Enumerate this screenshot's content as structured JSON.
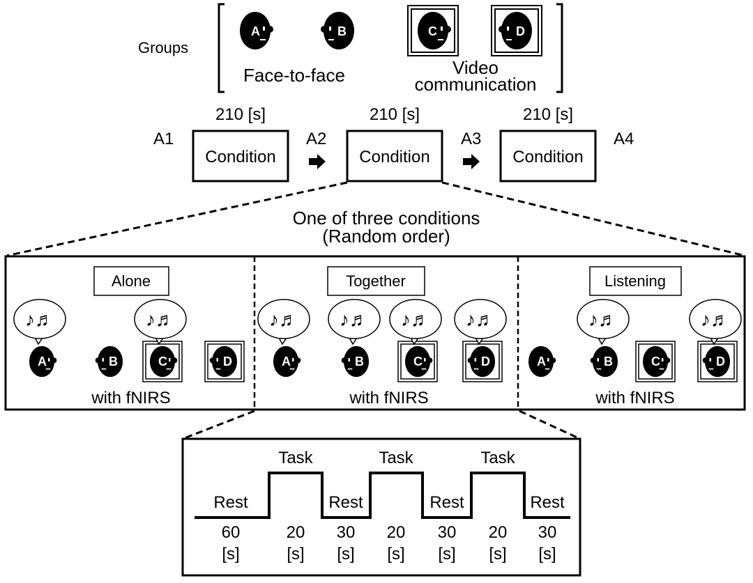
{
  "groups": {
    "label": "Groups",
    "face_to_face": {
      "label": "Face-to-face",
      "members": [
        "A",
        "B"
      ]
    },
    "video": {
      "label_line1": "Video",
      "label_line2": "communication",
      "members": [
        "C",
        "D"
      ]
    }
  },
  "sequence": {
    "points": [
      "A1",
      "A2",
      "A3",
      "A4"
    ],
    "blocks": [
      {
        "duration": "210 [s]",
        "label": "Condition"
      },
      {
        "duration": "210 [s]",
        "label": "Condition"
      },
      {
        "duration": "210 [s]",
        "label": "Condition"
      }
    ],
    "arrow_glyph": "➔"
  },
  "conditions_note": {
    "line1": "One of three conditions",
    "line2": "(Random order)"
  },
  "conditions": [
    {
      "name": "Alone",
      "footer": "with fNIRS",
      "singing": [
        "A",
        "C"
      ]
    },
    {
      "name": "Together",
      "footer": "with fNIRS",
      "singing": [
        "A",
        "B",
        "C",
        "D"
      ]
    },
    {
      "name": "Listening",
      "footer": "with fNIRS",
      "singing": [
        "B",
        "D"
      ]
    }
  ],
  "notes_glyph": "♪♬",
  "timeline": {
    "phases": [
      {
        "label": "Rest",
        "value": "60",
        "unit": "[s]"
      },
      {
        "label": "Task",
        "value": "20",
        "unit": "[s]"
      },
      {
        "label": "Rest",
        "value": "30",
        "unit": "[s]"
      },
      {
        "label": "Task",
        "value": "20",
        "unit": "[s]"
      },
      {
        "label": "Rest",
        "value": "30",
        "unit": "[s]"
      },
      {
        "label": "Task",
        "value": "20",
        "unit": "[s]"
      },
      {
        "label": "Rest",
        "value": "30",
        "unit": "[s]"
      }
    ]
  }
}
